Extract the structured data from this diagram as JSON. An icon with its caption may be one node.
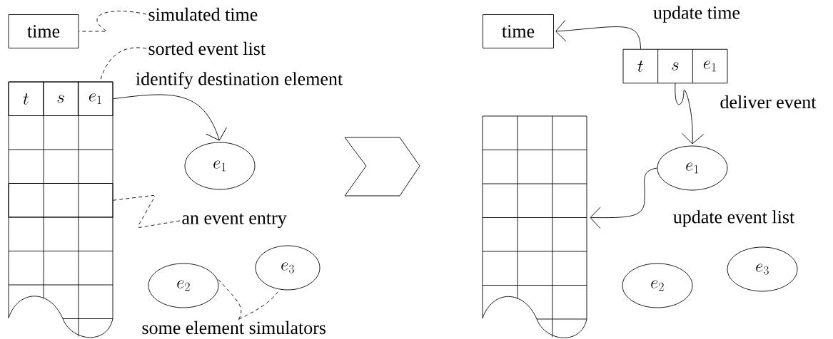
{
  "diagram": {
    "nodes": [
      {
        "text": [
          "time"
        ]
      },
      {
        "text": [
          "simulated time"
        ]
      },
      {
        "text": [
          "sorted event list"
        ]
      },
      {
        "text": [],
        "shape": "box"
      },
      {
        "text": [
          "t",
          "s",
          "e_1"
        ],
        "in": 3
      },
      {
        "text": [],
        "shape": "box",
        "in": 3
      },
      {
        "text": [
          "an event entry"
        ]
      },
      {
        "text": [
          "e_1"
        ]
      },
      {
        "text": [
          "e_2"
        ]
      },
      {
        "text": [
          "e_3"
        ]
      },
      {
        "text": [
          "some element simulators"
        ]
      },
      {
        "text": [
          "time"
        ]
      },
      {
        "text": [
          "t",
          "s",
          "e_1"
        ]
      },
      {
        "text": [],
        "shape": "box"
      },
      {
        "text": [
          "e_1"
        ]
      },
      {
        "text": [
          "e_2"
        ]
      },
      {
        "text": [
          "e_3"
        ]
      }
    ],
    "edges": [
      {
        "from": 1,
        "to": 0,
        "arrow": "none",
        "style": "dashed"
      },
      {
        "from": 2,
        "to": 3,
        "arrow": "none",
        "style": "dashed"
      },
      {
        "from": 6,
        "to": 5,
        "arrow": "none",
        "style": "dashed"
      },
      {
        "from": 4,
        "to": 7,
        "arrow": "to",
        "label": "identify destination element"
      },
      {
        "from": 10,
        "to": 8,
        "arrow": "none",
        "style": "dashed"
      },
      {
        "from": 10,
        "to": 9,
        "arrow": "none",
        "style": "dashed"
      },
      {
        "from": 12,
        "to": 11,
        "arrow": "to",
        "label": "update time"
      },
      {
        "from": 12,
        "to": 14,
        "arrow": "to",
        "label": "deliver event"
      },
      {
        "from": 14,
        "to": 13,
        "arrow": "to",
        "label": "update event list"
      }
    ]
  }
}
